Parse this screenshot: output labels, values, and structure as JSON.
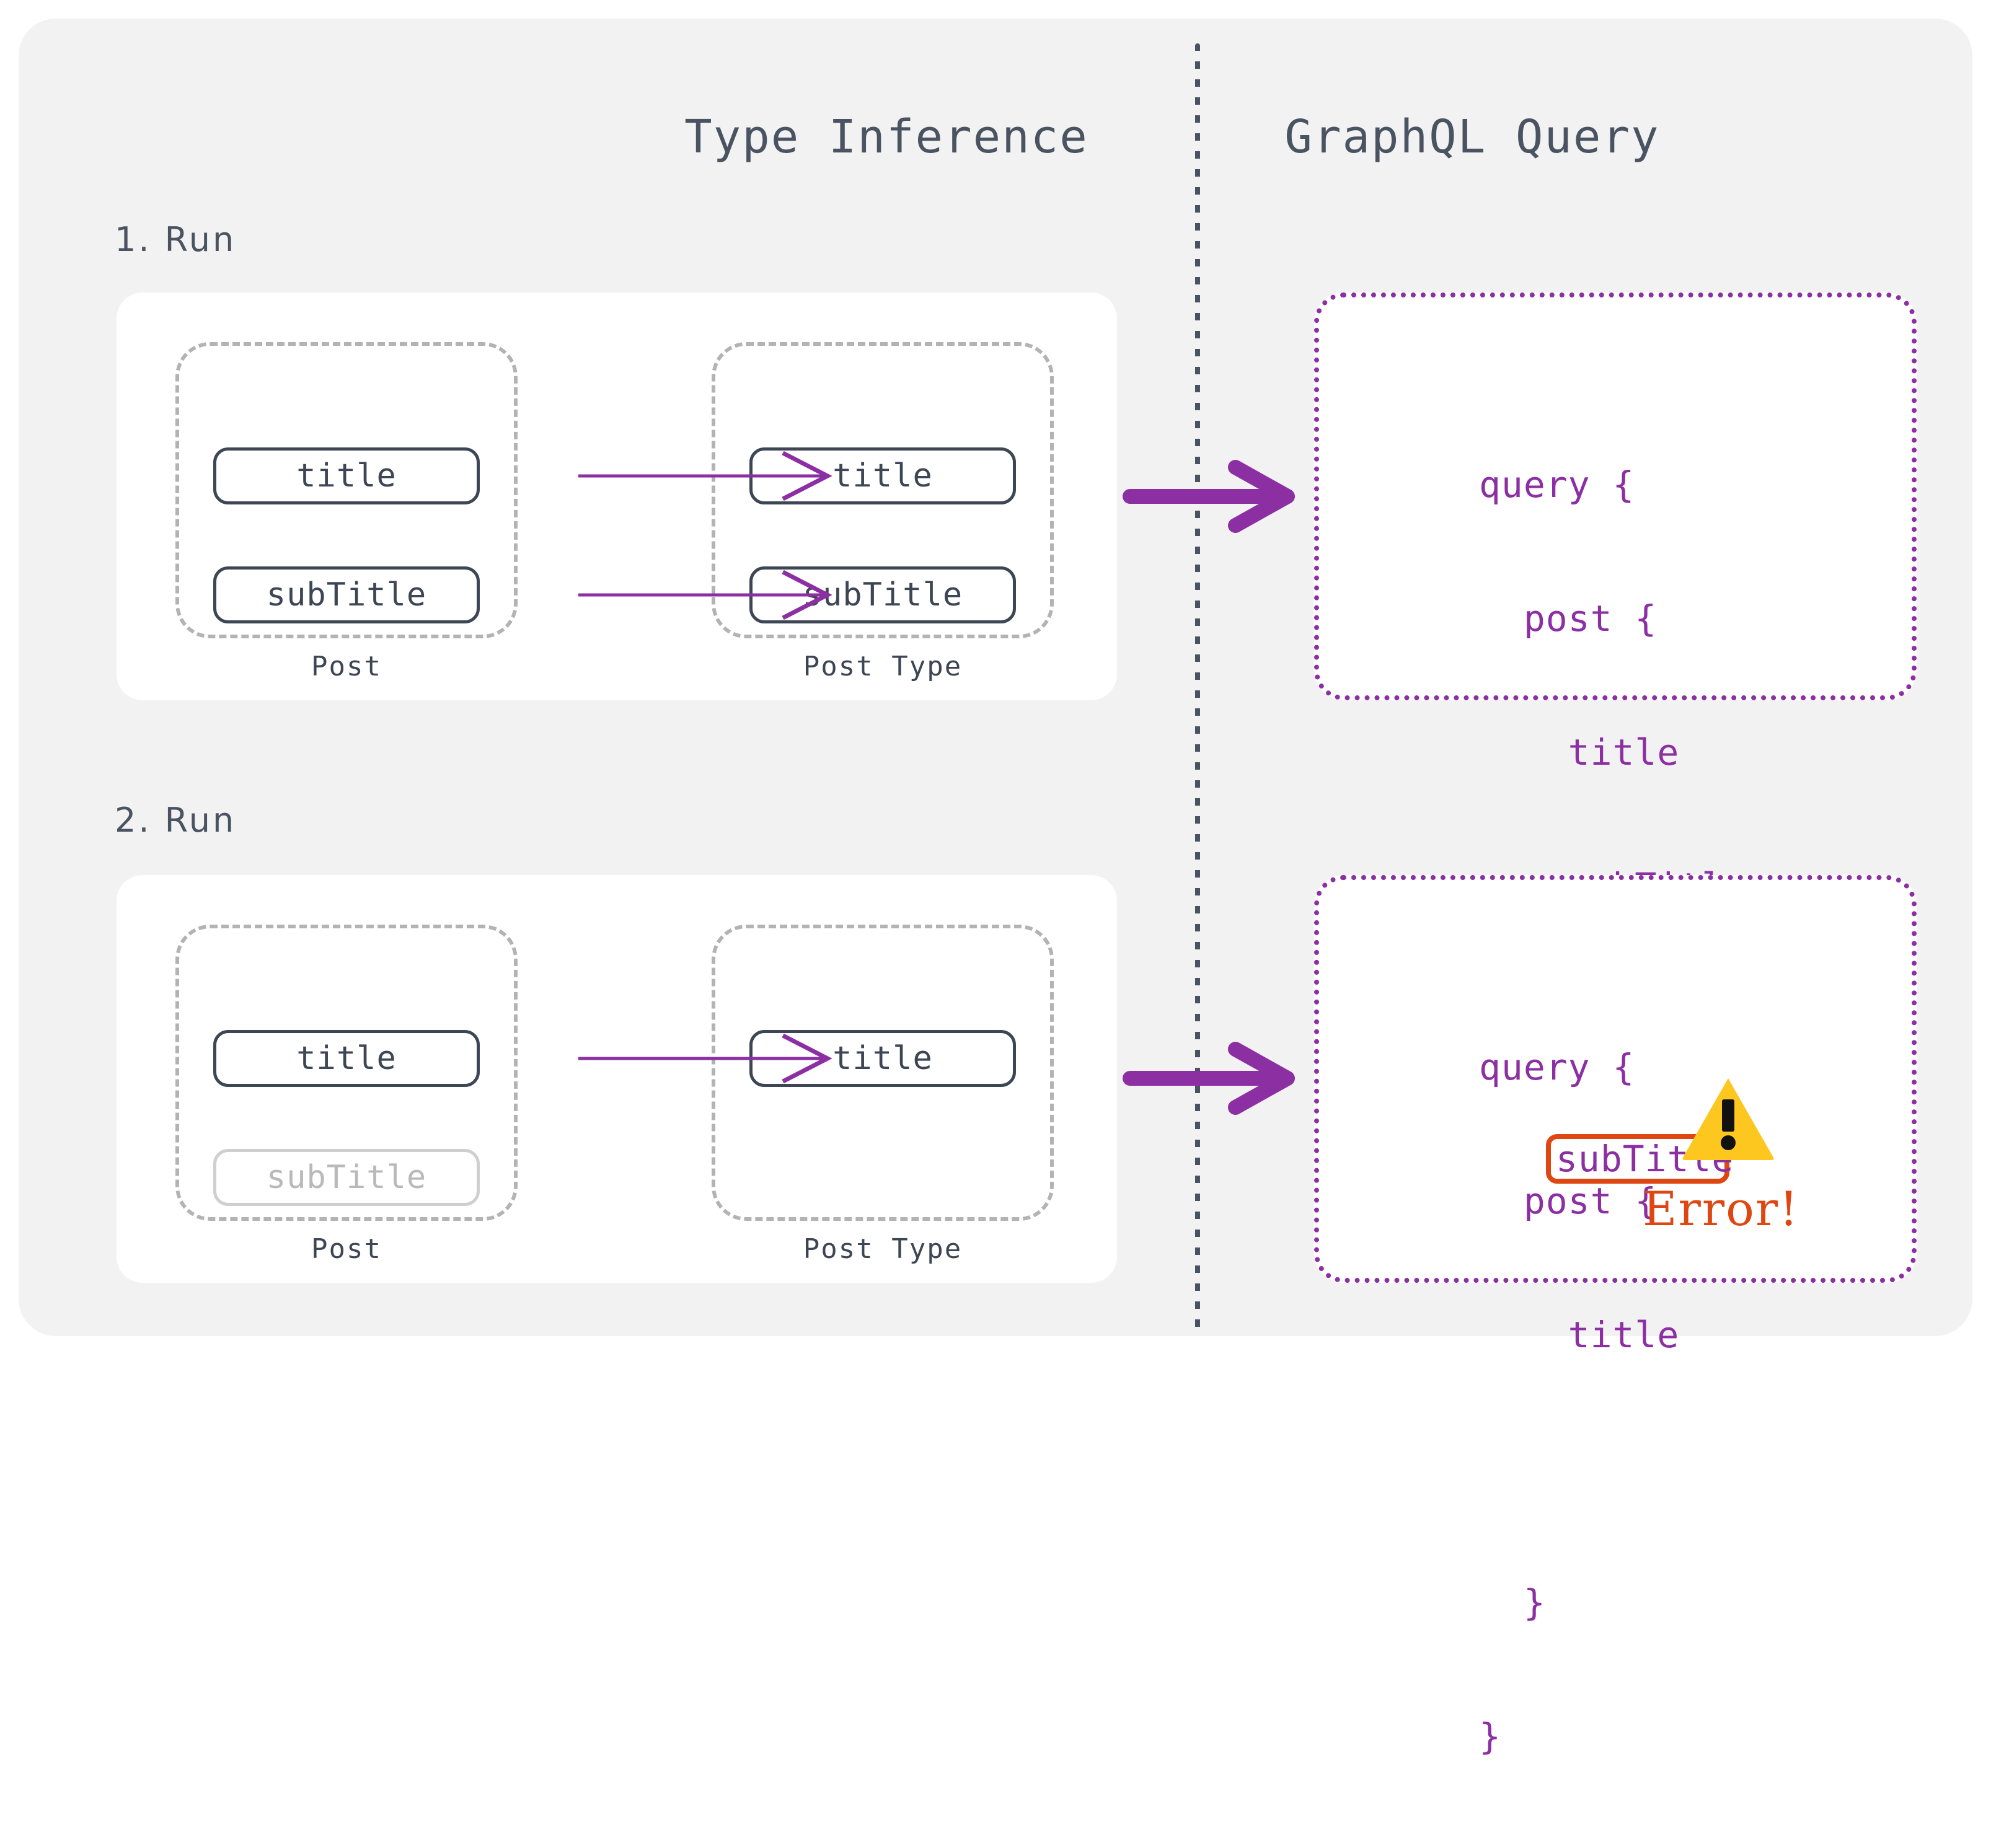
{
  "figure": {
    "title": "Type Inference vs GraphQL Query",
    "columns": {
      "left_heading": "Type Inference",
      "right_heading": "GraphQL Query"
    },
    "colors": {
      "background": "#ffffff",
      "frame": "#f2f2f2",
      "card": "#ffffff",
      "text_dark": "#3d4654",
      "heading": "#4a5361",
      "dashed_border": "#b3b3b3",
      "dimmed_border": "#cfcfcf",
      "dimmed_text": "#b9b9b9",
      "purple": "#8b2fa3",
      "arrow_purple": "#8b2fa3",
      "thin_arrow_purple": "#8b2fa3",
      "error_orange": "#de4712",
      "warning_yellow": "#fdc720",
      "warning_mark": "#111111",
      "divider": "#4a5361"
    }
  },
  "runs": [
    {
      "label": "1. Run",
      "inference": {
        "source_group": {
          "label": "Post",
          "fields": [
            {
              "name": "title",
              "dimmed": false
            },
            {
              "name": "subTitle",
              "dimmed": false
            }
          ]
        },
        "target_group": {
          "label": "Post Type",
          "fields": [
            {
              "name": "title",
              "dimmed": false
            },
            {
              "name": "subTitle",
              "dimmed": false
            }
          ]
        },
        "mappings": [
          {
            "from": "title",
            "to": "title"
          },
          {
            "from": "subTitle",
            "to": "subTitle"
          }
        ]
      },
      "query": {
        "lines": [
          "query {",
          "  post {",
          "    title",
          "    subTitle",
          "  }",
          "}"
        ],
        "has_error": false
      }
    },
    {
      "label": "2. Run",
      "inference": {
        "source_group": {
          "label": "Post",
          "fields": [
            {
              "name": "title",
              "dimmed": false
            },
            {
              "name": "subTitle",
              "dimmed": true
            }
          ]
        },
        "target_group": {
          "label": "Post Type",
          "fields": [
            {
              "name": "title",
              "dimmed": false
            }
          ]
        },
        "mappings": [
          {
            "from": "title",
            "to": "title"
          }
        ]
      },
      "query": {
        "lines": [
          "query {",
          "  post {",
          "    title",
          "",
          "  }",
          "}"
        ],
        "error_field": "subTitle",
        "error_text": "Error!",
        "warning_icon": "warning-triangle-icon",
        "has_error": true
      }
    }
  ]
}
